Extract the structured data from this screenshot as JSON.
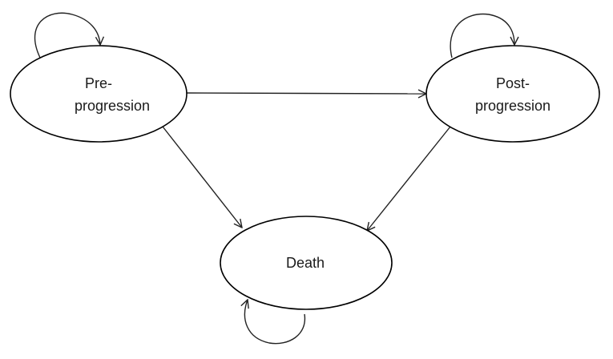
{
  "states": {
    "pre_progression": {
      "line1": "Pre-",
      "line2": "progression"
    },
    "post_progression": {
      "line1": "Post-",
      "line2": "progression"
    },
    "death": {
      "label": "Death"
    }
  },
  "transitions": [
    {
      "from": "pre_progression",
      "to": "pre_progression"
    },
    {
      "from": "pre_progression",
      "to": "post_progression"
    },
    {
      "from": "pre_progression",
      "to": "death"
    },
    {
      "from": "post_progression",
      "to": "post_progression"
    },
    {
      "from": "post_progression",
      "to": "death"
    },
    {
      "from": "death",
      "to": "death"
    }
  ]
}
